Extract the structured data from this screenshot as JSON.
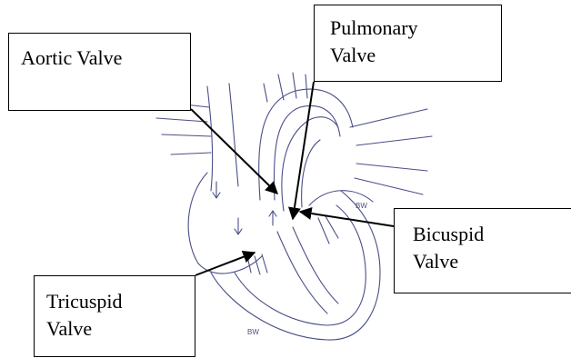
{
  "diagram": {
    "labels": {
      "aortic": [
        "Aortic Valve"
      ],
      "pulmonary": [
        "Pulmonary",
        "Valve"
      ],
      "bicuspid": [
        "Bicuspid",
        "Valve"
      ],
      "tricuspid": [
        "Tricuspid",
        "Valve"
      ]
    },
    "sketch_annotations": {
      "initials_right": "BW",
      "initials_bottom": "BW"
    },
    "colors": {
      "ink": "#4a4f86",
      "label_border": "#000000",
      "arrow": "#000000"
    }
  }
}
